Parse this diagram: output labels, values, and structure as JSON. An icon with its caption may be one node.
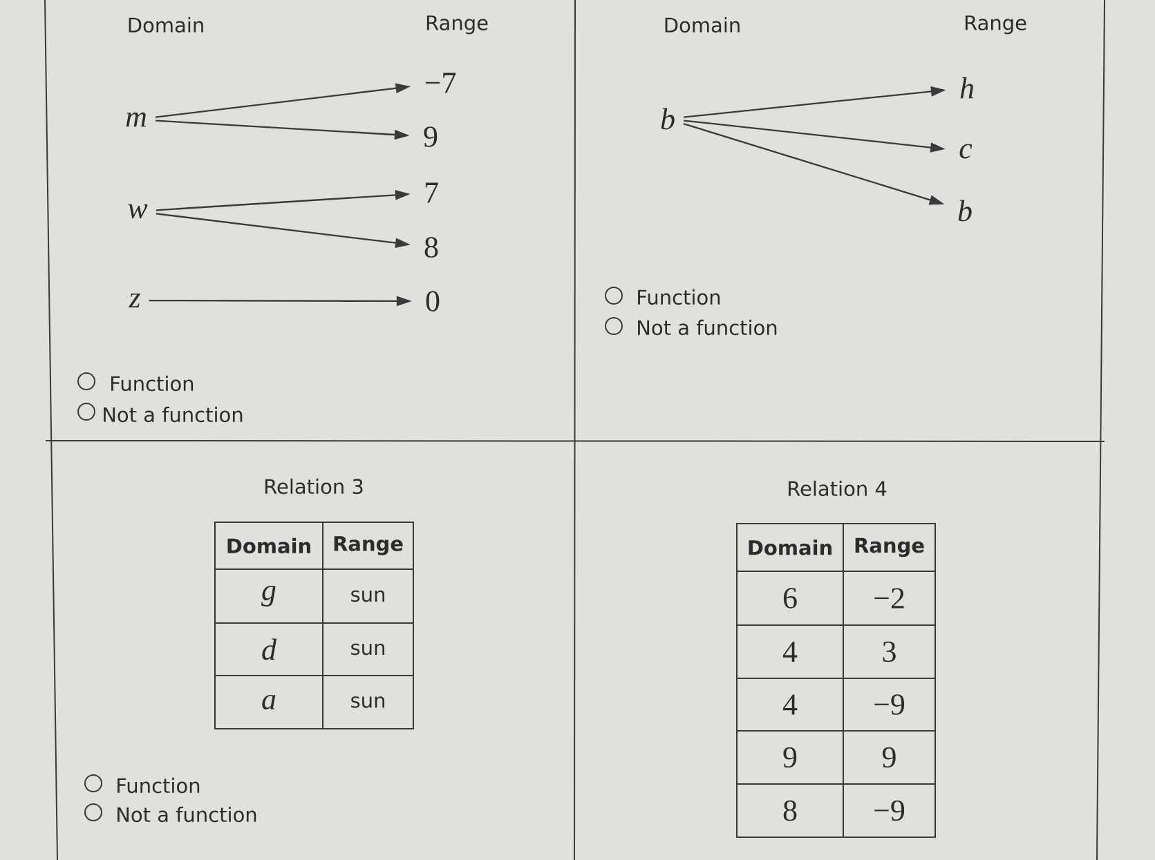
{
  "diagram": {
    "nodes": [
      {
        "text": [
          "m"
        ]
      },
      {
        "text": [
          "w"
        ]
      },
      {
        "text": [
          "z"
        ]
      },
      {
        "text": [
          "−7"
        ]
      },
      {
        "text": [
          "9"
        ]
      },
      {
        "text": [
          "7"
        ]
      },
      {
        "text": [
          "8"
        ]
      },
      {
        "text": [
          "0"
        ]
      },
      {
        "text": [
          "b"
        ]
      },
      {
        "text": [
          "h"
        ]
      },
      {
        "text": [
          "c"
        ]
      },
      {
        "text": [
          "b"
        ]
      }
    ],
    "edges": [
      {
        "from": 0,
        "to": 3,
        "arrow": "to"
      },
      {
        "from": 0,
        "to": 4,
        "arrow": "to"
      },
      {
        "from": 1,
        "to": 5,
        "arrow": "to"
      },
      {
        "from": 1,
        "to": 6,
        "arrow": "to"
      },
      {
        "from": 2,
        "to": 7,
        "arrow": "to"
      },
      {
        "from": 8,
        "to": 9,
        "arrow": "to"
      },
      {
        "from": 8,
        "to": 10,
        "arrow": "to"
      },
      {
        "from": 8,
        "to": 11,
        "arrow": "to"
      }
    ],
    "labels": [
      "Domain",
      "Range",
      "Function",
      "Not a function",
      "Domain",
      "Range",
      "Function",
      "Not a function",
      "Relation 3",
      "Domain",
      "Range",
      "g",
      "sun",
      "d",
      "sun",
      "a",
      "sun",
      "Function",
      "Not a function",
      "Relation 4",
      "Domain",
      "Range",
      "6",
      "−2",
      "4",
      "3",
      "4",
      "−9",
      "9",
      "9",
      "8",
      "−9"
    ]
  }
}
